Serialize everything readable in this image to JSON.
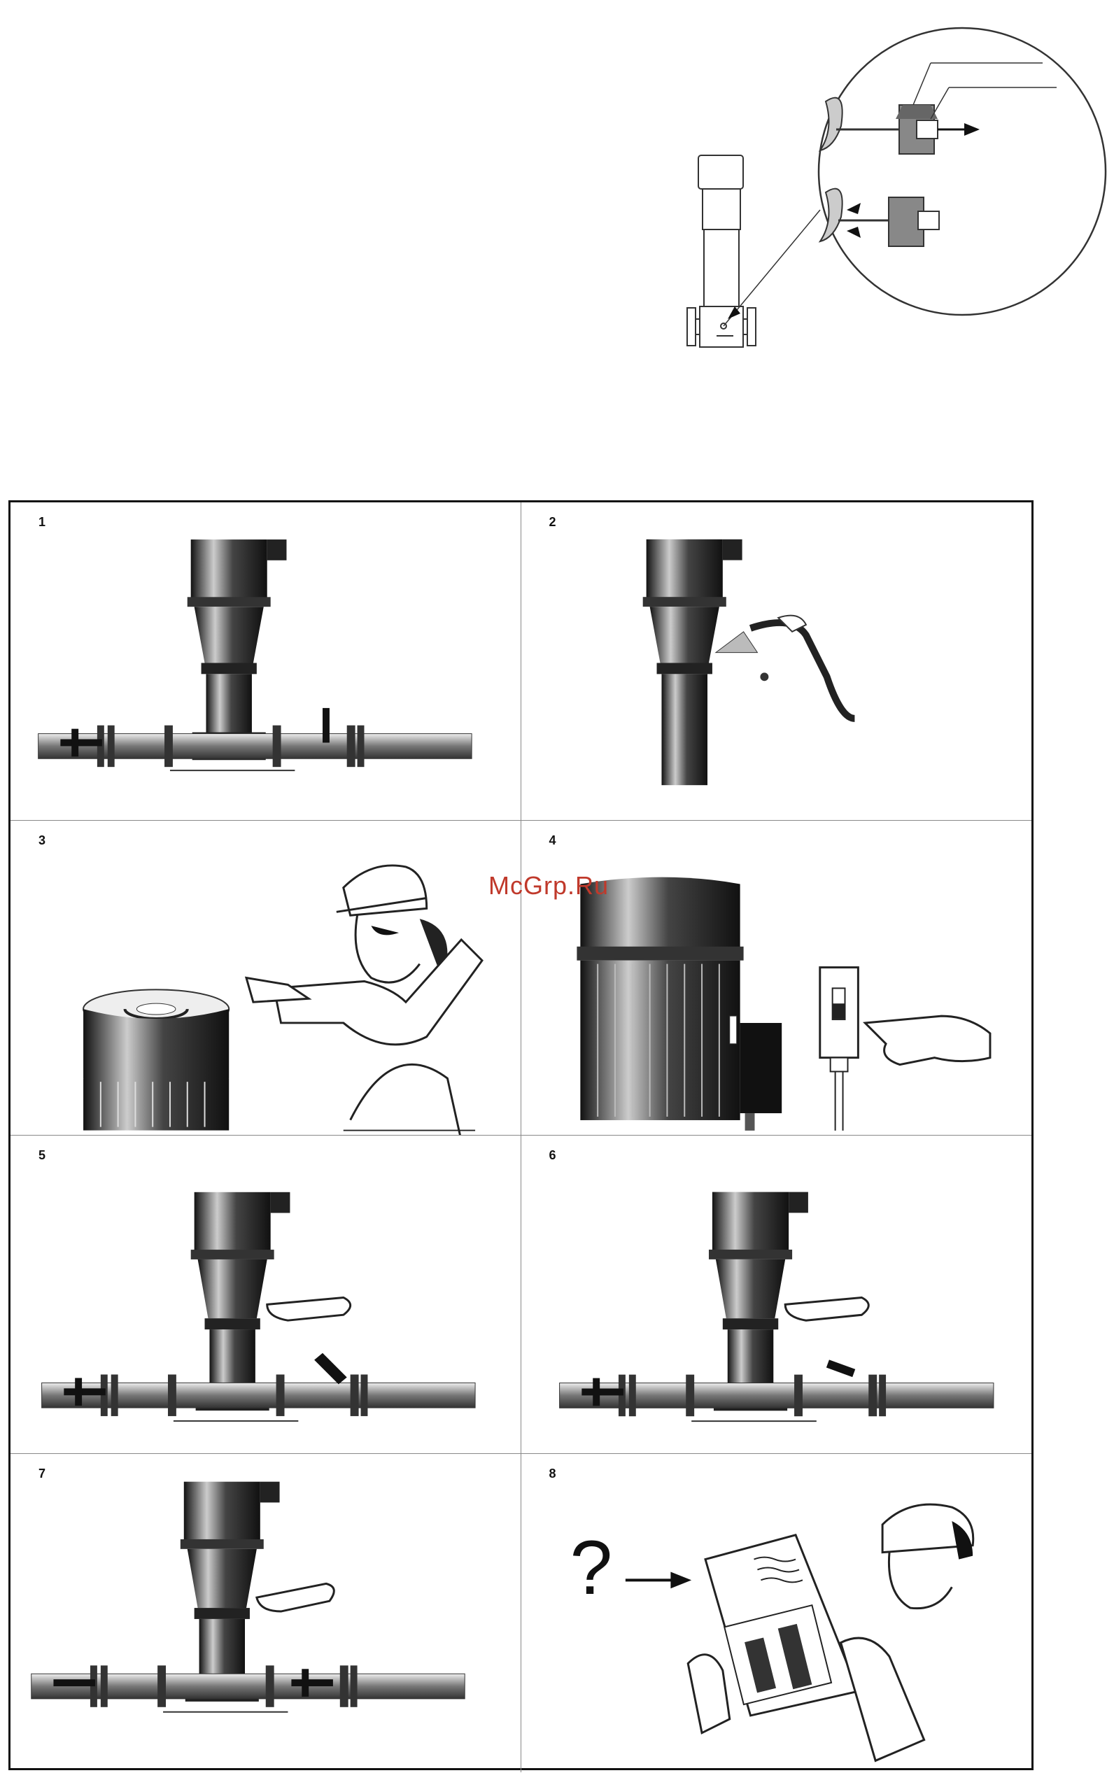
{
  "steps": [
    {
      "number": "1"
    },
    {
      "number": "2"
    },
    {
      "number": "3"
    },
    {
      "number": "4"
    },
    {
      "number": "5"
    },
    {
      "number": "6"
    },
    {
      "number": "7"
    },
    {
      "number": "8"
    }
  ],
  "step8": {
    "question_mark": "?"
  },
  "watermark": "McGrp.Ru",
  "colors": {
    "line": "#111111",
    "pipe": "#777777",
    "metal": "#444444",
    "watermark": "#c0392b"
  }
}
